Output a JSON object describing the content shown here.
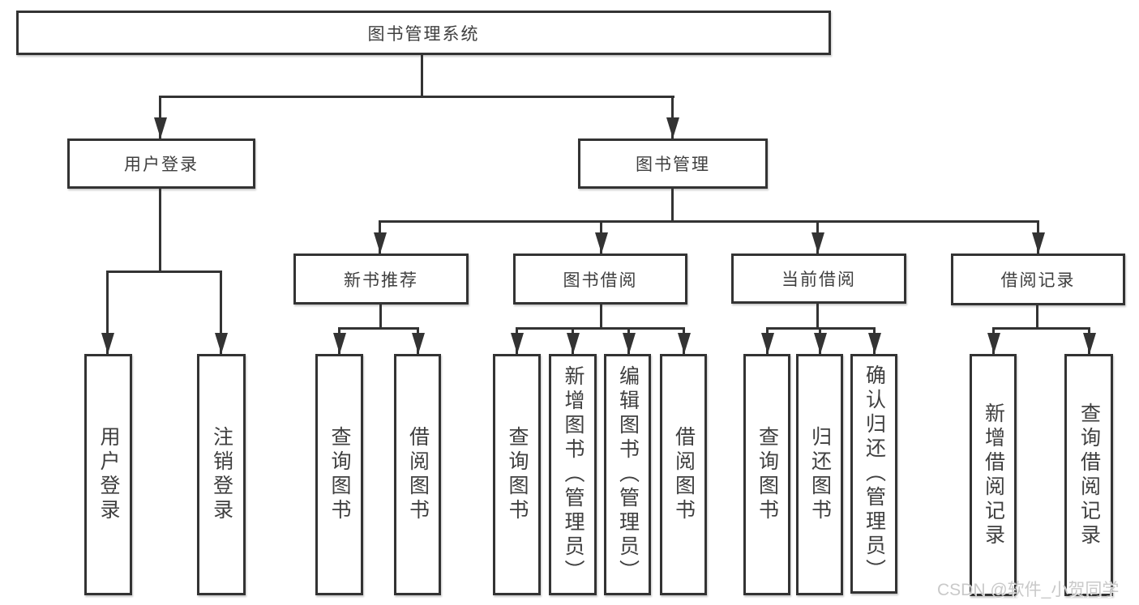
{
  "title": "图书管理系统",
  "tree": {
    "root": {
      "label": "图书管理系统"
    },
    "level2": [
      {
        "label": "用户登录",
        "parent": "图书管理系统",
        "children_labels": [
          "用户登录",
          "注销登录"
        ]
      },
      {
        "label": "图书管理",
        "parent": "图书管理系统",
        "children_labels": [
          "新书推荐",
          "图书借阅",
          "当前借阅",
          "借阅记录"
        ]
      }
    ],
    "level3": [
      {
        "label": "新书推荐",
        "parent": "图书管理",
        "children_labels": [
          "查询图书",
          "借阅图书"
        ]
      },
      {
        "label": "图书借阅",
        "parent": "图书管理",
        "children_labels": [
          "查询图书",
          "新增图书（管理员）",
          "编辑图书（管理员）",
          "借阅图书"
        ]
      },
      {
        "label": "当前借阅",
        "parent": "图书管理",
        "children_labels": [
          "查询图书",
          "归还图书",
          "确认归还（管理员）"
        ]
      },
      {
        "label": "借阅记录",
        "parent": "图书管理",
        "children_labels": [
          "新增借阅记录",
          "查询借阅记录"
        ]
      }
    ],
    "leaves": [
      {
        "label": "用户登录",
        "parent": "用户登录"
      },
      {
        "label": "注销登录",
        "parent": "用户登录"
      },
      {
        "label": "查询图书",
        "parent": "新书推荐"
      },
      {
        "label": "借阅图书",
        "parent": "新书推荐"
      },
      {
        "label": "查询图书",
        "parent": "图书借阅"
      },
      {
        "label": "新增图书（管理员）",
        "parent": "图书借阅"
      },
      {
        "label": "编辑图书（管理员）",
        "parent": "图书借阅"
      },
      {
        "label": "借阅图书",
        "parent": "图书借阅"
      },
      {
        "label": "查询图书",
        "parent": "当前借阅"
      },
      {
        "label": "归还图书",
        "parent": "当前借阅"
      },
      {
        "label": "确认归还（管理员）",
        "parent": "当前借阅"
      },
      {
        "label": "新增借阅记录",
        "parent": "借阅记录"
      },
      {
        "label": "查询借阅记录",
        "parent": "借阅记录"
      }
    ]
  },
  "watermark": "CSDN @软件_小贺同学",
  "colors": {
    "line": "#333333",
    "box_border": "#333333",
    "text": "#3f3f3f",
    "background": "#ffffff",
    "watermark": "#c9c9c9"
  }
}
